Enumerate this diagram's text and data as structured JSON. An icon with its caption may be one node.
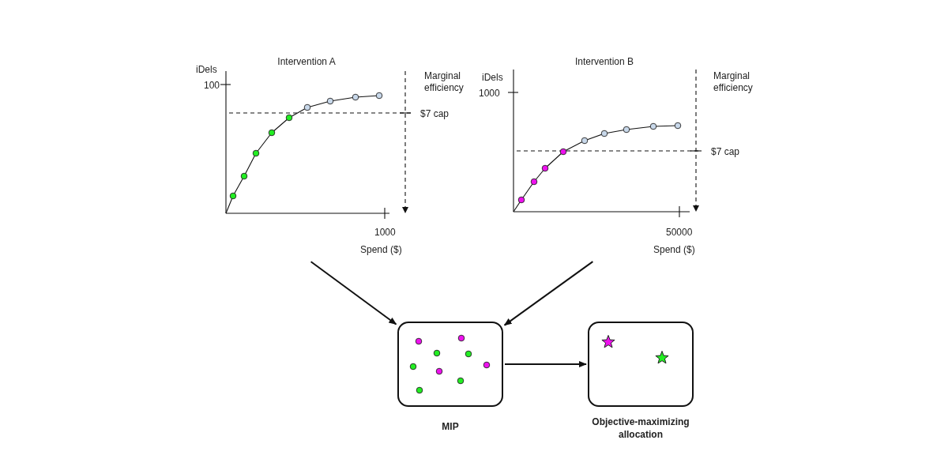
{
  "diagram": {
    "nodes": [
      {
        "text": [
          "Intervention A"
        ]
      },
      {
        "text": [
          "Intervention B"
        ]
      },
      {
        "text": [
          "MIP"
        ]
      },
      {
        "text": [
          "Objective-maximizing allocation"
        ]
      }
    ],
    "edges": [
      {
        "from": 0,
        "to": 2,
        "arrow": "to"
      },
      {
        "from": 1,
        "to": 2,
        "arrow": "to"
      },
      {
        "from": 2,
        "to": 3,
        "arrow": "to"
      }
    ],
    "labels": [
      "iDels",
      "100",
      "Marginal efficiency",
      "$7 cap",
      "1000",
      "Spend ($)",
      "iDels",
      "1000",
      "Marginal efficiency",
      "$7 cap",
      "50000",
      "Spend ($)"
    ]
  }
}
